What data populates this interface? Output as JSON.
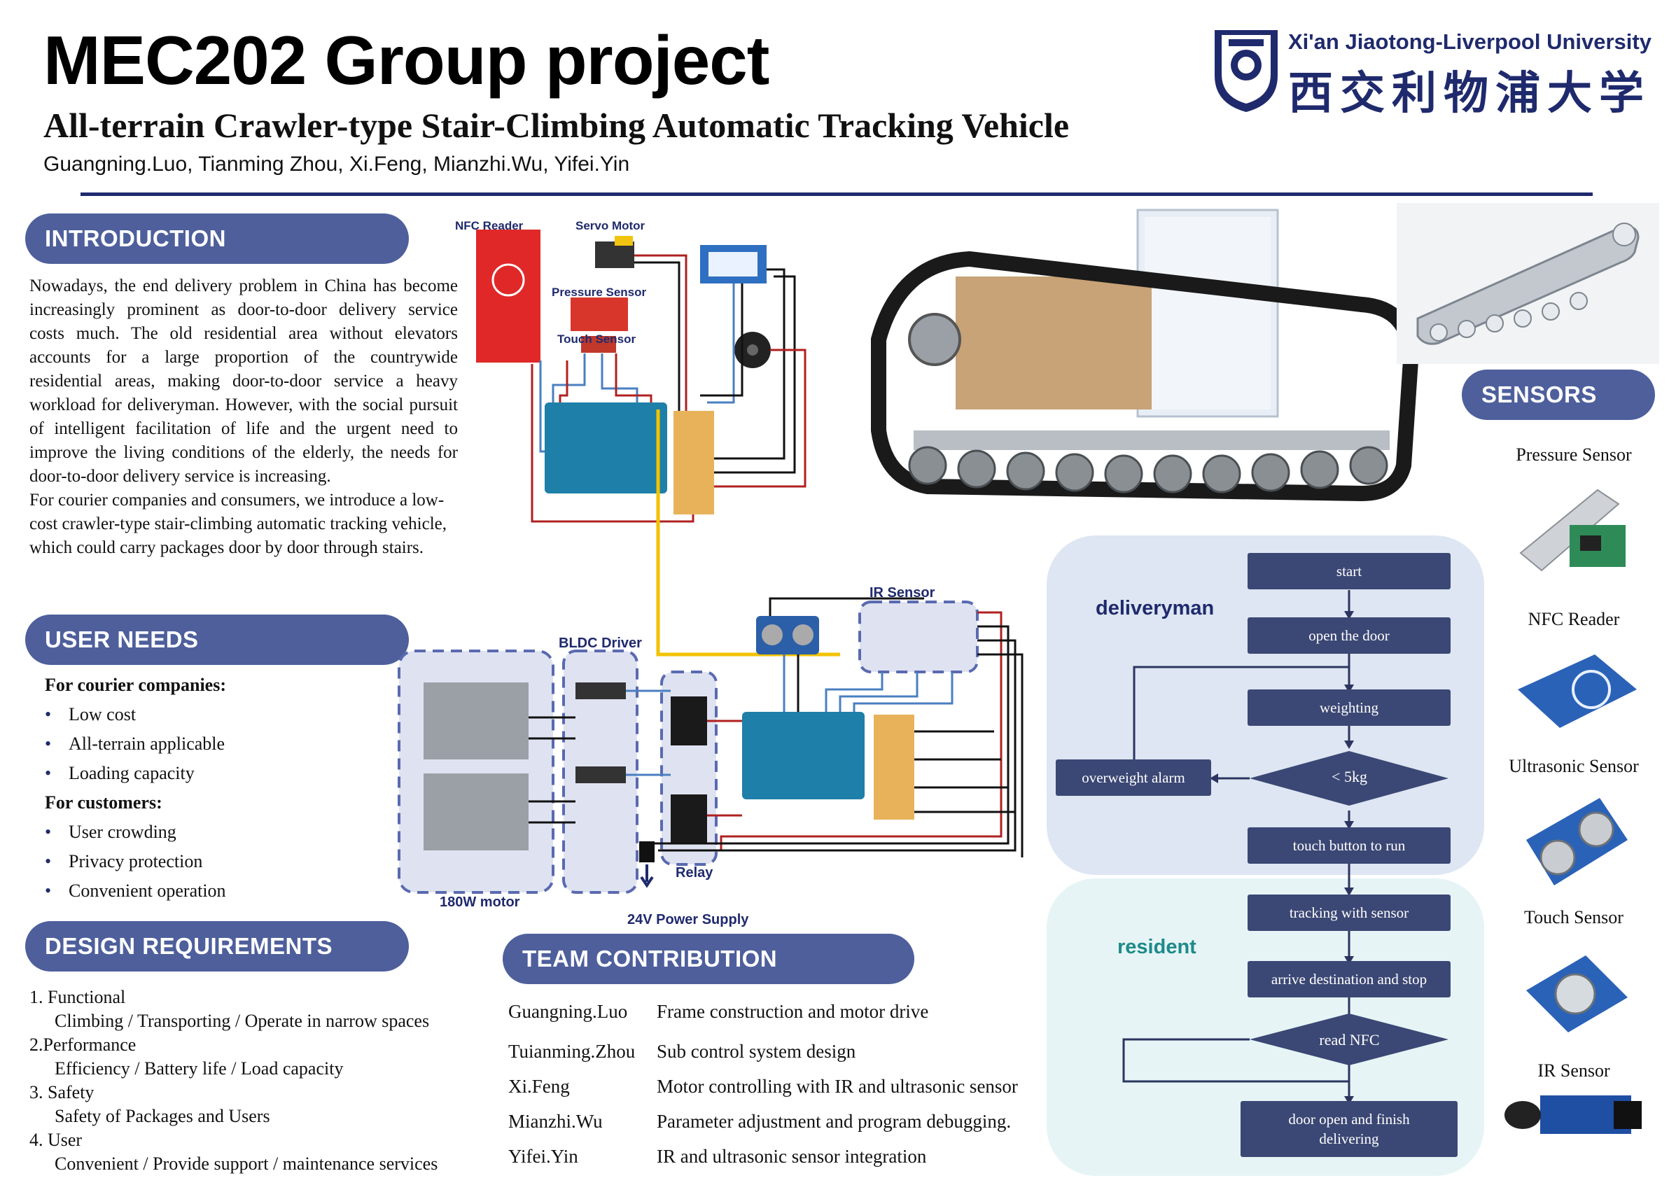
{
  "header": {
    "title": "MEC202 Group project",
    "subtitle": "All-terrain Crawler-type Stair-Climbing Automatic Tracking Vehicle",
    "authors": "Guangning.Luo, Tianming Zhou, Xi.Feng, Mianzhi.Wu, Yifei.Yin",
    "university_en": "Xi'an Jiaotong-Liverpool University",
    "university_cn": "西交利物浦大学"
  },
  "introduction": {
    "heading": "INTRODUCTION",
    "paragraph1": "Nowadays, the end delivery problem in China has become increasingly prominent as door-to-door delivery service costs much. The old residential area without elevators accounts for a large proportion of the countrywide residential areas, making door-to-door service a heavy workload for deliveryman. However, with the social pursuit of intelligent facilitation of life and the urgent need to improve the living conditions of the elderly, the needs for door-to-door delivery service is increasing.",
    "paragraph2": "For courier companies and consumers, we introduce a low-cost crawler-type stair-climbing automatic tracking vehicle, which could carry packages door by door through stairs."
  },
  "user_needs": {
    "heading": "USER NEEDS",
    "group1": "For courier companies:",
    "items1": [
      "Low cost",
      "All-terrain applicable",
      "Loading capacity"
    ],
    "group2": "For customers:",
    "items2": [
      "User crowding",
      "Privacy protection",
      "Convenient operation"
    ]
  },
  "design_requirements": {
    "heading": "DESIGN REQUIREMENTS",
    "items": [
      {
        "title": "1. Functional",
        "detail": "Climbing / Transporting / Operate in narrow spaces"
      },
      {
        "title": "2.Performance",
        "detail": "Efficiency / Battery life / Load capacity"
      },
      {
        "title": "3. Safety",
        "detail": "Safety of Packages and Users"
      },
      {
        "title": "4. User",
        "detail": "Convenient / Provide support / maintenance services"
      }
    ]
  },
  "circuit": {
    "labels": {
      "nfc": "NFC Reader",
      "servo": "Servo Motor",
      "pressure": "Pressure Sensor",
      "touch": "Touch Sensor",
      "ir": "IR Sensor",
      "bldc": "BLDC Driver",
      "motor": "180W motor",
      "relay": "Relay",
      "power": "24V Power Supply"
    }
  },
  "team": {
    "heading": "TEAM CONTRIBUTION",
    "members": [
      {
        "name": "Guangning.Luo",
        "task": "Frame construction and motor drive"
      },
      {
        "name": "Tuianming.Zhou",
        "task": "Sub control system design"
      },
      {
        "name": "Xi.Feng",
        "task": "Motor controlling with IR and ultrasonic sensor"
      },
      {
        "name": "Mianzhi.Wu",
        "task": "Parameter adjustment and program debugging."
      },
      {
        "name": "Yifei.Yin",
        "task": "IR and ultrasonic sensor integration"
      }
    ]
  },
  "flowchart": {
    "role1": "deliveryman",
    "role2": "resident",
    "steps": {
      "start": "start",
      "open": "open the door",
      "weigh": "weighting",
      "check": "< 5kg",
      "alarm": "overweight alarm",
      "touch": "touch button to run",
      "track": "tracking with sensor",
      "arrive": "arrive destination and stop",
      "nfc": "read NFC",
      "finish": "door open and finish delivering"
    }
  },
  "sensors": {
    "heading": "SENSORS",
    "items": [
      "Pressure Sensor",
      "NFC Reader",
      "Ultrasonic Sensor",
      "Touch Sensor",
      "IR Sensor"
    ]
  },
  "colors": {
    "pill": "#4e5f9c",
    "navy": "#1f2a6d",
    "flow_box": "#3b4774",
    "deliveryman_bg": "#dde6f2",
    "resident_bg": "#e6f4f6",
    "resident_text": "#1e8a8a"
  }
}
